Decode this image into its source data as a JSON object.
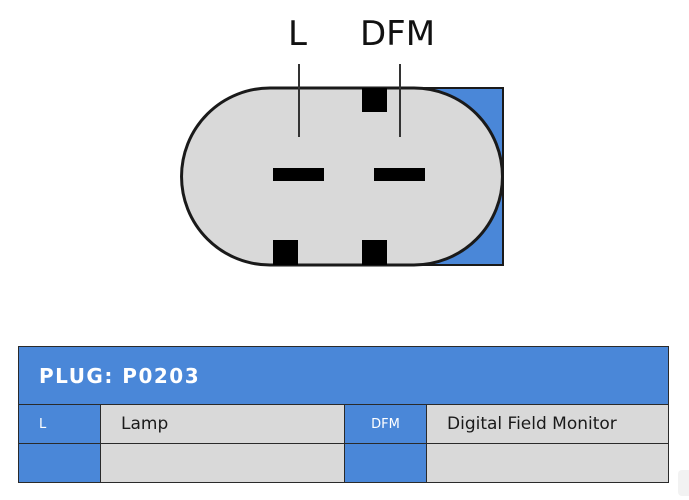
{
  "connector": {
    "pins": [
      {
        "label": "L"
      },
      {
        "label": "DFM"
      }
    ],
    "body_color": "#d9d9d9",
    "accent_color": "#4a87d8",
    "terminal_color": "#000000"
  },
  "table": {
    "title": "PLUG: P0203",
    "rows": [
      {
        "code1": "L",
        "desc1": "Lamp",
        "code2": "DFM",
        "desc2": "Digital Field Monitor"
      },
      {
        "code1": "",
        "desc1": "",
        "code2": "",
        "desc2": ""
      }
    ],
    "header_color": "#4a87d8",
    "cell_color": "#d9d9d9"
  }
}
